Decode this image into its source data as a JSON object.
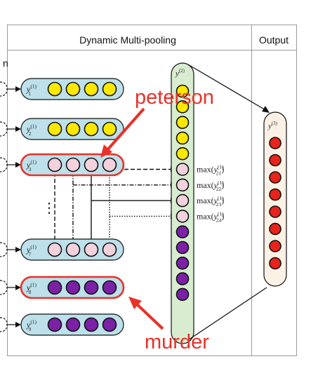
{
  "panels": {
    "left_header_fragment": "n",
    "middle_header": "Dynamic Multi-pooling",
    "right_header": "Output"
  },
  "rows": [
    {
      "label_base": "y",
      "label_sub": "1",
      "label_sup": "(1)",
      "node_color": "#ffe800",
      "highlight": false,
      "hollow": false
    },
    {
      "label_base": "y",
      "label_sub": "2",
      "label_sup": "(1)",
      "node_color": "#ffe800",
      "highlight": false,
      "hollow": false
    },
    {
      "label_base": "y",
      "label_sub": "3",
      "label_sup": "(1)",
      "node_color": "#f2d2dc",
      "highlight": true,
      "hollow": false
    },
    {
      "label_base": "y",
      "label_sub": "7",
      "label_sup": "(1)",
      "node_color": "#f2d2dc",
      "highlight": false,
      "hollow": true
    },
    {
      "label_base": "y",
      "label_sub": "8",
      "label_sup": "(1)",
      "node_color": "#7a21a6",
      "highlight": true,
      "hollow": false
    },
    {
      "label_base": "y",
      "label_sub": "9",
      "label_sup": "(1)",
      "node_color": "#7a21a6",
      "highlight": false,
      "hollow": false
    }
  ],
  "ellipsis": "⋮",
  "pooling_column": {
    "label_base": "y",
    "label_sup": "(2)",
    "node_colors": [
      "#ffe800",
      "#ffe800",
      "#ffe800",
      "#ffe800",
      "#ffe800",
      "#f2d2dc",
      "#f2d2dc",
      "#f2d2dc",
      "#f2d2dc",
      "#7a21a6",
      "#7a21a6",
      "#7a21a6",
      "#7a21a6",
      "#7a21a6"
    ]
  },
  "max_labels": [
    {
      "prefix": "max(",
      "base": "y",
      "sub": "21",
      "sup": "(1)",
      "suffix": ")",
      "style": "dashed"
    },
    {
      "prefix": "max(",
      "base": "y",
      "sub": "22",
      "sup": "(1)",
      "suffix": ")",
      "style": "dashdot"
    },
    {
      "prefix": "max(",
      "base": "y",
      "sub": "23",
      "sup": "(1)",
      "suffix": ")",
      "style": "solid"
    },
    {
      "prefix": "max(",
      "base": "y",
      "sub": "24",
      "sup": "(1)",
      "suffix": ")",
      "style": "dotted"
    }
  ],
  "output_column": {
    "label_base": "y",
    "label_sup": "(3)",
    "node_count": 8,
    "node_color": "#e8231b"
  },
  "annotations": {
    "top": "peterson",
    "bottom": "murder",
    "color": "#e8312a"
  },
  "colors": {
    "cell_fill": "#bde0ea",
    "pool_fill": "#d8ecd0",
    "output_fill": "#fbf1e4",
    "highlight_stroke": "#e8312a",
    "line": "#111111"
  }
}
